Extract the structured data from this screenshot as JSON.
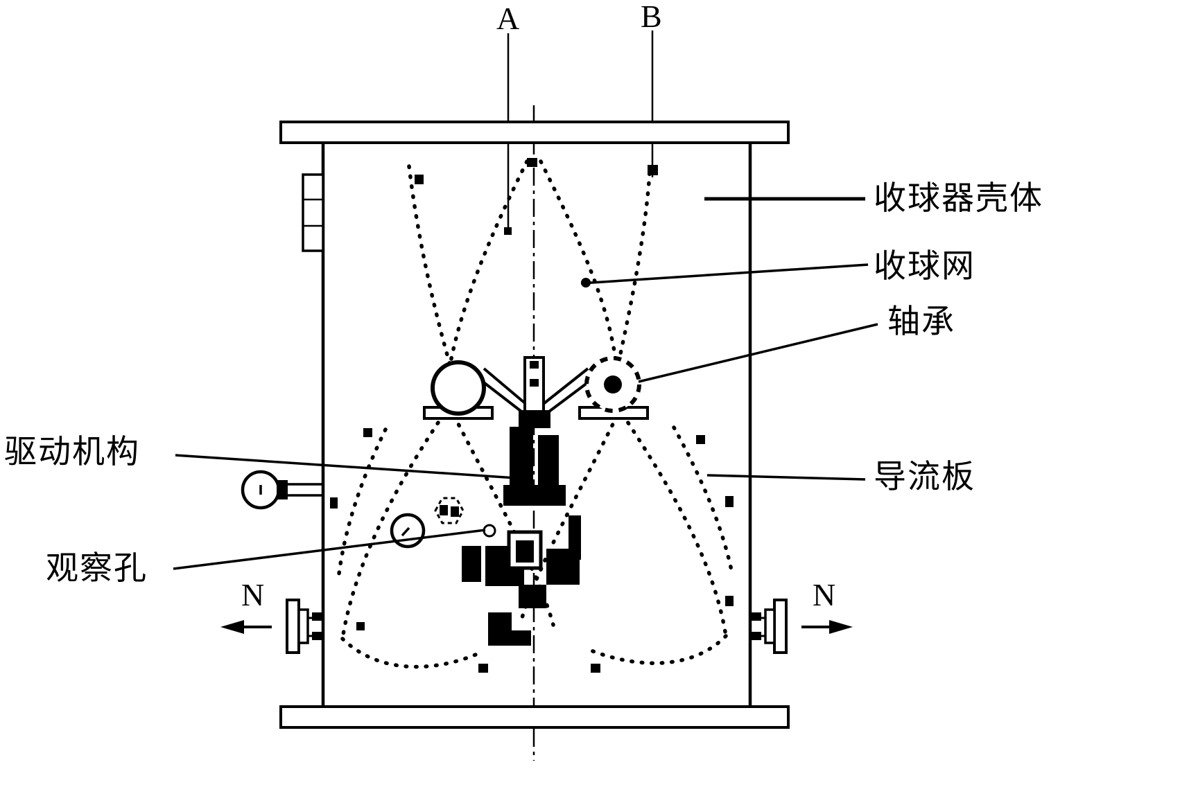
{
  "title": "ball-collector-sectional-diagram",
  "colors": {
    "line": "#000000",
    "background": "#ffffff"
  },
  "section_markers": {
    "a": "A",
    "b": "B"
  },
  "labels": {
    "housing": "收球器壳体",
    "net": "收球网",
    "bearing": "轴承",
    "drive": "驱动机构",
    "deflector": "导流板",
    "observation": "观察孔"
  },
  "flow_markers": {
    "n_left": "N",
    "n_right": "N"
  }
}
